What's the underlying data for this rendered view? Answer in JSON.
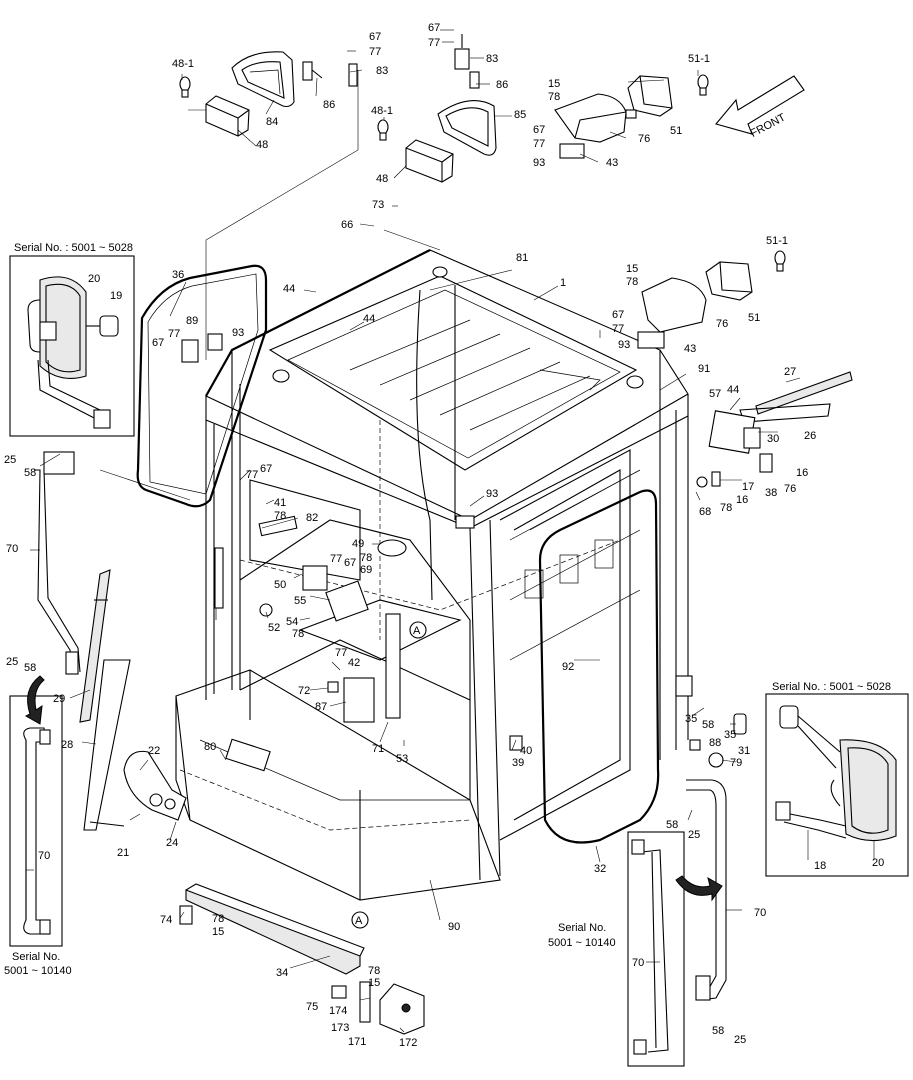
{
  "direction_arrow": {
    "label": "FRONT"
  },
  "serial_notes": {
    "top_left": "Serial No. : 5001 ~ 5028",
    "right": "Serial No. : 5001 ~ 5028",
    "bottom_left": [
      "Serial No.",
      "5001 ~ 10140"
    ],
    "bottom_right": [
      "Serial No.",
      "5001 ~ 10140"
    ]
  },
  "detail_marker": "A",
  "part_labels": [
    {
      "id": "l1",
      "text": "67"
    },
    {
      "id": "l2",
      "text": "77"
    },
    {
      "id": "l3",
      "text": "83"
    },
    {
      "id": "l4",
      "text": "86"
    },
    {
      "id": "l5",
      "text": "84"
    },
    {
      "id": "l6",
      "text": "48-1"
    },
    {
      "id": "l7",
      "text": "48"
    },
    {
      "id": "l8",
      "text": "67"
    },
    {
      "id": "l9",
      "text": "77"
    },
    {
      "id": "l10",
      "text": "83"
    },
    {
      "id": "l11",
      "text": "86"
    },
    {
      "id": "l12",
      "text": "85"
    },
    {
      "id": "l13",
      "text": "48-1"
    },
    {
      "id": "l14",
      "text": "48"
    },
    {
      "id": "l15",
      "text": "15"
    },
    {
      "id": "l16",
      "text": "78"
    },
    {
      "id": "l17",
      "text": "67"
    },
    {
      "id": "l18",
      "text": "77"
    },
    {
      "id": "l19",
      "text": "93"
    },
    {
      "id": "l20",
      "text": "43"
    },
    {
      "id": "l21",
      "text": "76"
    },
    {
      "id": "l22",
      "text": "51"
    },
    {
      "id": "l23",
      "text": "51-1"
    },
    {
      "id": "l24",
      "text": "73"
    },
    {
      "id": "l25",
      "text": "66"
    },
    {
      "id": "l26",
      "text": "81"
    },
    {
      "id": "l27",
      "text": "1"
    },
    {
      "id": "l28",
      "text": "36"
    },
    {
      "id": "l29",
      "text": "44"
    },
    {
      "id": "l30",
      "text": "44"
    },
    {
      "id": "l31",
      "text": "20"
    },
    {
      "id": "l32",
      "text": "19"
    },
    {
      "id": "l33",
      "text": "89"
    },
    {
      "id": "l34",
      "text": "93"
    },
    {
      "id": "l35",
      "text": "77"
    },
    {
      "id": "l36",
      "text": "67"
    },
    {
      "id": "l37",
      "text": "15"
    },
    {
      "id": "l38",
      "text": "78"
    },
    {
      "id": "l39",
      "text": "67"
    },
    {
      "id": "l40",
      "text": "77"
    },
    {
      "id": "l41",
      "text": "93"
    },
    {
      "id": "l42",
      "text": "43"
    },
    {
      "id": "l43",
      "text": "76"
    },
    {
      "id": "l44",
      "text": "51"
    },
    {
      "id": "l45",
      "text": "51-1"
    },
    {
      "id": "l46",
      "text": "91"
    },
    {
      "id": "l47",
      "text": "27"
    },
    {
      "id": "l48",
      "text": "57"
    },
    {
      "id": "l49",
      "text": "44"
    },
    {
      "id": "l50",
      "text": "26"
    },
    {
      "id": "l51",
      "text": "30"
    },
    {
      "id": "l52",
      "text": "25"
    },
    {
      "id": "l53",
      "text": "58"
    },
    {
      "id": "l54",
      "text": "77"
    },
    {
      "id": "l55",
      "text": "67"
    },
    {
      "id": "l56",
      "text": "41"
    },
    {
      "id": "l57",
      "text": "78"
    },
    {
      "id": "l58",
      "text": "82"
    },
    {
      "id": "l59",
      "text": "93"
    },
    {
      "id": "l60",
      "text": "17"
    },
    {
      "id": "l61",
      "text": "16"
    },
    {
      "id": "l62",
      "text": "16"
    },
    {
      "id": "l63",
      "text": "38"
    },
    {
      "id": "l64",
      "text": "76"
    },
    {
      "id": "l65",
      "text": "68"
    },
    {
      "id": "l66",
      "text": "78"
    },
    {
      "id": "l67",
      "text": "70"
    },
    {
      "id": "l68",
      "text": "49"
    },
    {
      "id": "l69",
      "text": "78"
    },
    {
      "id": "l70",
      "text": "69"
    },
    {
      "id": "l71",
      "text": "77"
    },
    {
      "id": "l72",
      "text": "67"
    },
    {
      "id": "l73",
      "text": "50"
    },
    {
      "id": "l74",
      "text": "55"
    },
    {
      "id": "l75",
      "text": "52"
    },
    {
      "id": "l76",
      "text": "54"
    },
    {
      "id": "l77",
      "text": "78"
    },
    {
      "id": "l78",
      "text": "25"
    },
    {
      "id": "l79",
      "text": "58"
    },
    {
      "id": "l80",
      "text": "92"
    },
    {
      "id": "l81",
      "text": "77"
    },
    {
      "id": "l82",
      "text": "42"
    },
    {
      "id": "l83",
      "text": "72"
    },
    {
      "id": "l84",
      "text": "87"
    },
    {
      "id": "l85",
      "text": "29"
    },
    {
      "id": "l86",
      "text": "28"
    },
    {
      "id": "l87",
      "text": "22"
    },
    {
      "id": "l88",
      "text": "80"
    },
    {
      "id": "l89",
      "text": "71"
    },
    {
      "id": "l90",
      "text": "53"
    },
    {
      "id": "l91",
      "text": "40"
    },
    {
      "id": "l92",
      "text": "39"
    },
    {
      "id": "l93",
      "text": "35"
    },
    {
      "id": "l94",
      "text": "58"
    },
    {
      "id": "l95",
      "text": "88"
    },
    {
      "id": "l96",
      "text": "35"
    },
    {
      "id": "l97",
      "text": "31"
    },
    {
      "id": "l98",
      "text": "79"
    },
    {
      "id": "l99",
      "text": "70"
    },
    {
      "id": "l100",
      "text": "24"
    },
    {
      "id": "l101",
      "text": "21"
    },
    {
      "id": "l102",
      "text": "58"
    },
    {
      "id": "l103",
      "text": "25"
    },
    {
      "id": "l104",
      "text": "32"
    },
    {
      "id": "l105",
      "text": "18"
    },
    {
      "id": "l106",
      "text": "20"
    },
    {
      "id": "l107",
      "text": "74"
    },
    {
      "id": "l108",
      "text": "78"
    },
    {
      "id": "l109",
      "text": "15"
    },
    {
      "id": "l110",
      "text": "90"
    },
    {
      "id": "l111",
      "text": "34"
    },
    {
      "id": "l112",
      "text": "70"
    },
    {
      "id": "l113",
      "text": "70"
    },
    {
      "id": "l114",
      "text": "78"
    },
    {
      "id": "l115",
      "text": "15"
    },
    {
      "id": "l116",
      "text": "75"
    },
    {
      "id": "l117",
      "text": "174"
    },
    {
      "id": "l118",
      "text": "173"
    },
    {
      "id": "l119",
      "text": "171"
    },
    {
      "id": "l120",
      "text": "172"
    },
    {
      "id": "l121",
      "text": "58"
    },
    {
      "id": "l122",
      "text": "25"
    }
  ]
}
